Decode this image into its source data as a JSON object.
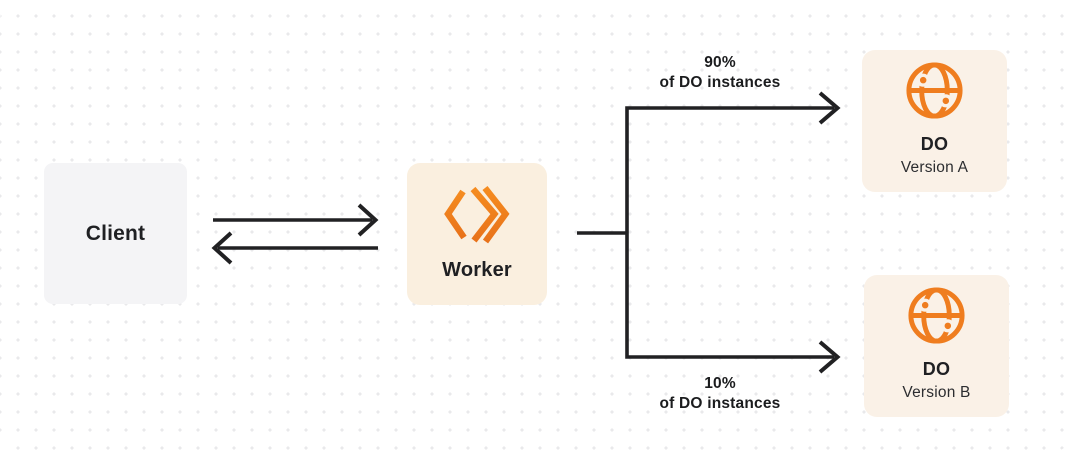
{
  "diagram": {
    "client": {
      "label": "Client"
    },
    "worker": {
      "label": "Worker"
    },
    "do_a": {
      "title": "DO",
      "subtitle": "Version A"
    },
    "do_b": {
      "title": "DO",
      "subtitle": "Version B"
    },
    "flow_top": {
      "percent": "90%",
      "caption": "of DO instances"
    },
    "flow_bottom": {
      "percent": "10%",
      "caption": "of DO instances"
    },
    "colors": {
      "accent_orange": "#EF7D1F",
      "worker_fill": "#FAEFDF",
      "do_fill": "#FAF1E7",
      "client_fill": "#F4F4F6",
      "line": "#212123",
      "dot_grid": "#E9E9EB"
    },
    "icons": {
      "worker": "workers-chevrons-icon",
      "durable_object": "globe-nodes-icon"
    }
  }
}
